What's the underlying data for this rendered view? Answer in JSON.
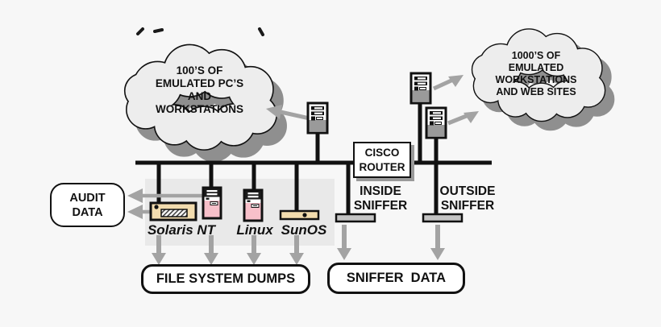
{
  "clouds": {
    "left": {
      "lines": [
        "100’S OF",
        "EMULATED PC’S",
        "AND",
        "WORKSTATIONS"
      ]
    },
    "right": {
      "lines": [
        "1000’S OF",
        "EMULATED",
        "WORKSTATIONS",
        "AND WEB SITES"
      ]
    }
  },
  "router": {
    "line1": "CISCO",
    "line2": "ROUTER"
  },
  "inside_sniffer": {
    "line1": "INSIDE",
    "line2": "SNIFFER"
  },
  "outside_sniffer": {
    "line1": "OUTSIDE",
    "line2": "SNIFFER"
  },
  "audit": {
    "line1": "AUDIT",
    "line2": "DATA"
  },
  "hosts": {
    "labels": [
      "Solaris NT",
      "Linux",
      "SunOS"
    ]
  },
  "outputs": {
    "file_system_dumps": "FILE SYSTEM DUMPS",
    "sniffer_data": "SNIFFER  DATA"
  },
  "colors": {
    "background": "#f7f7f7",
    "panel": "#e9e9e9",
    "cloud_fill": "#ededed",
    "shadow": "#8f8f8f",
    "line": "#111111",
    "arrow": "#a3a3a3",
    "host_pink": "#f8c0ca",
    "host_tan": "#f2dcae",
    "tap_gray": "#c4c4c4"
  }
}
